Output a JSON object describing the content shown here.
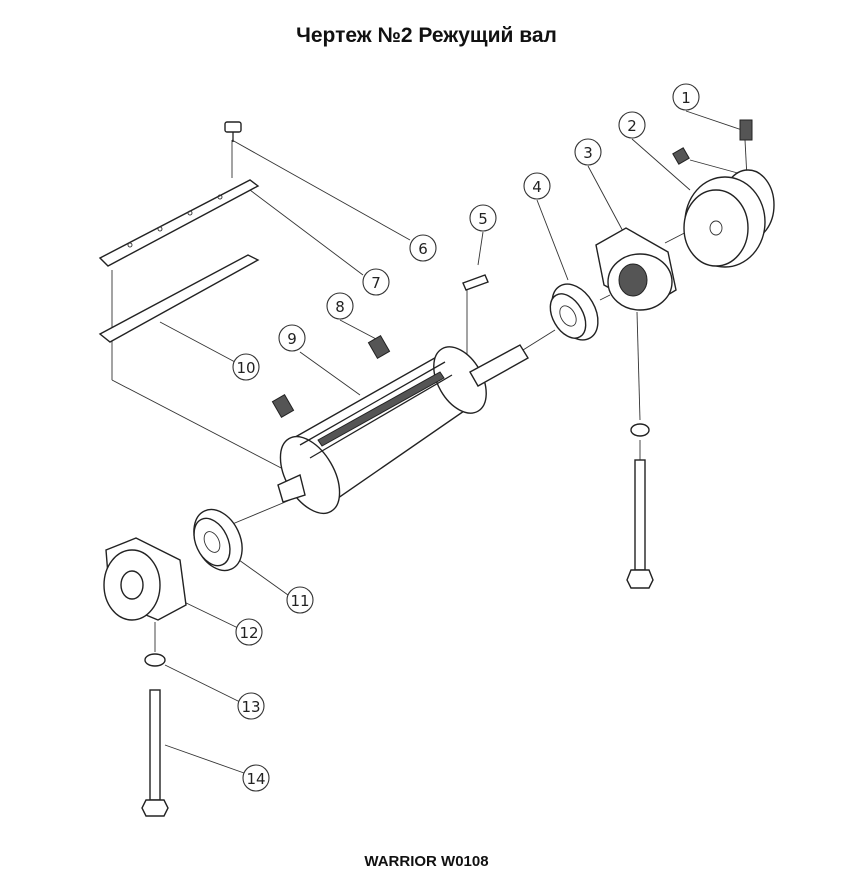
{
  "title": "Чертеж №2 Режущий вал",
  "footer": "WARRIOR W0108",
  "callouts": [
    "1",
    "2",
    "3",
    "4",
    "5",
    "6",
    "7",
    "8",
    "9",
    "10",
    "11",
    "12",
    "13",
    "14"
  ]
}
